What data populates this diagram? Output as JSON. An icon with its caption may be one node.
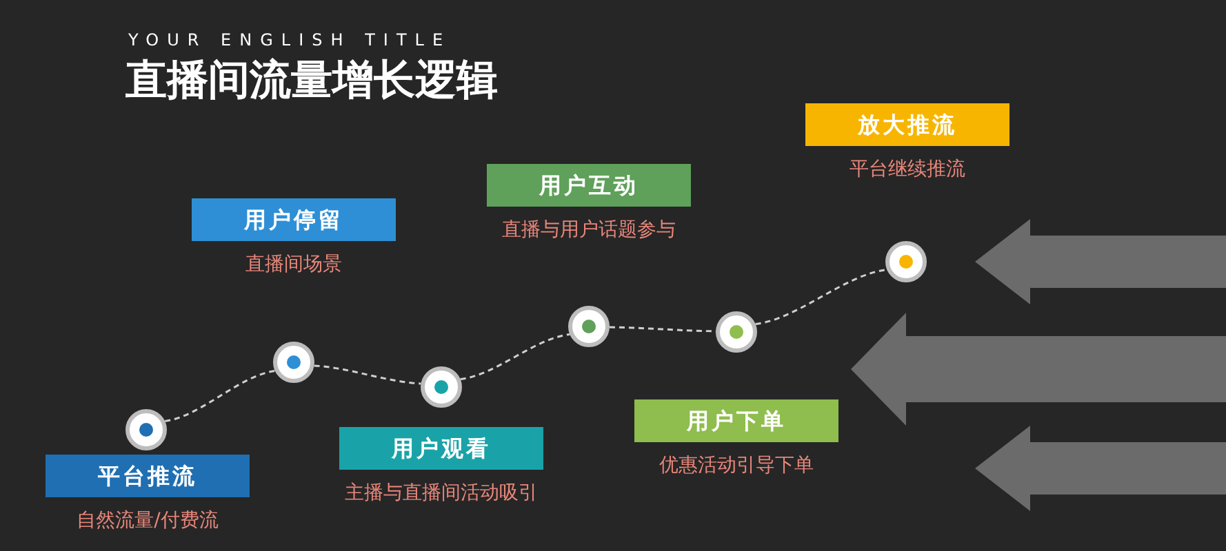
{
  "diagram": {
    "title": "直播间流量增长逻辑",
    "nodes": [
      {
        "text": [
          "平台推流",
          "自然流量/付费流"
        ]
      },
      {
        "text": [
          "用户停留",
          "直播间场景"
        ]
      },
      {
        "text": [
          "用户观看",
          "主播与直播间活动吸引"
        ]
      },
      {
        "text": [
          "用户互动",
          "直播与用户话题参与"
        ]
      },
      {
        "text": [
          "用户下单",
          "优惠活动引导下单"
        ]
      },
      {
        "text": [
          "放大推流",
          "平台继续推流"
        ]
      },
      {
        "text": [],
        "shape": "circle"
      },
      {
        "text": [],
        "shape": "circle"
      },
      {
        "text": [],
        "shape": "circle"
      },
      {
        "text": [],
        "shape": "circle"
      },
      {
        "text": [],
        "shape": "circle"
      },
      {
        "text": [],
        "shape": "circle"
      }
    ],
    "edges": [
      {
        "from": 6,
        "to": 7,
        "arrow": "none",
        "style": "dashed"
      },
      {
        "from": 7,
        "to": 8,
        "arrow": "none",
        "style": "dashed"
      },
      {
        "from": 8,
        "to": 9,
        "arrow": "none",
        "style": "dashed"
      },
      {
        "from": 9,
        "to": 10,
        "arrow": "none",
        "style": "dashed"
      },
      {
        "from": 10,
        "to": 11,
        "arrow": "none",
        "style": "dashed"
      }
    ],
    "labels": [
      "YOUR ENGLISH TITLE"
    ]
  }
}
